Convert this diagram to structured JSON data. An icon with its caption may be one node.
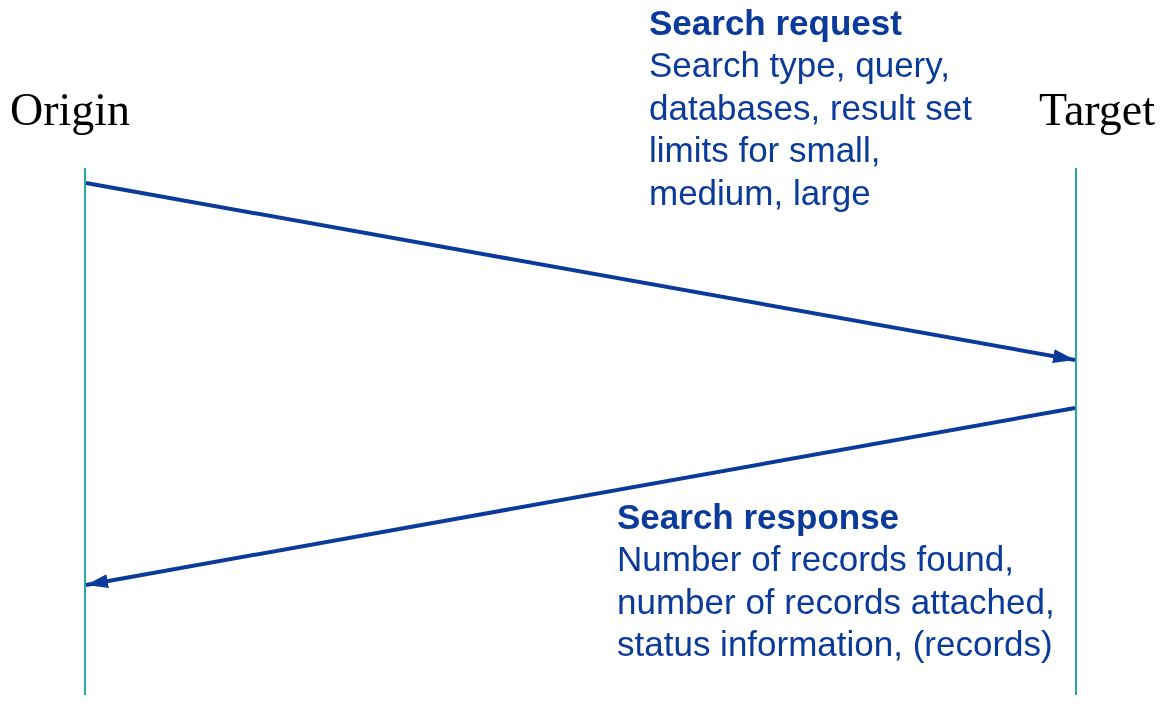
{
  "diagram": {
    "nodes": [
      {
        "text": [],
        "shape": "bar",
        "beside": [
          "Origin"
        ]
      },
      {
        "text": [],
        "shape": "bar",
        "beside": [
          "Target"
        ]
      }
    ],
    "edges": [
      {
        "from": 0,
        "to": 1,
        "arrow": "to"
      },
      {
        "from": 1,
        "to": 0,
        "arrow": "to"
      }
    ],
    "labels": [
      "Search request",
      "Search type, query, databases, result set limits for small, medium, large",
      "Search response",
      "Number of records found, number of records attached, status information, (records)"
    ]
  }
}
